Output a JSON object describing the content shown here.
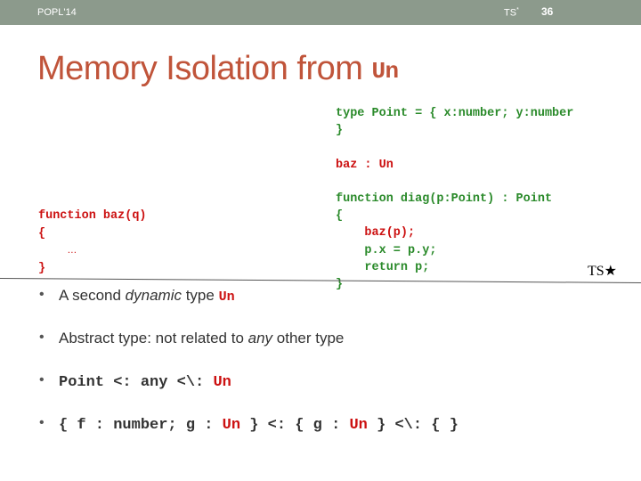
{
  "header": {
    "conference": "POPL'14",
    "ts": "TS",
    "ts_star": "*",
    "slide_number": "36"
  },
  "title": {
    "text": "Memory Isolation from ",
    "code": "Un"
  },
  "right_code": {
    "line1": "type Point = { x:number; y:number",
    "line2": "}",
    "line3": "baz : Un",
    "line4": "function diag(p:Point) : Point",
    "line5": "{",
    "line6": "    baz(p);",
    "line7": "    p.x = p.y;",
    "line8": "    return p;",
    "line9": "}"
  },
  "left_code": {
    "line1": "function baz(q)",
    "line2": "{",
    "line3_ellipsis": "…",
    "line4": "}"
  },
  "ts_label": "TS★",
  "bullets": {
    "b1": {
      "pre": "A second ",
      "em": "dynamic",
      "mid": " type ",
      "code": "Un"
    },
    "b2": {
      "pre": "Abstract type: not related to ",
      "em": "any",
      "post": " other type"
    },
    "b3": {
      "pre": "Point <: any <\\: ",
      "code": "Un"
    },
    "b4": {
      "p1": "{ f : number; g : ",
      "c1": "Un",
      "p2": " } <: { g : ",
      "c2": "Un",
      "p3": " } <\\: { }"
    }
  }
}
